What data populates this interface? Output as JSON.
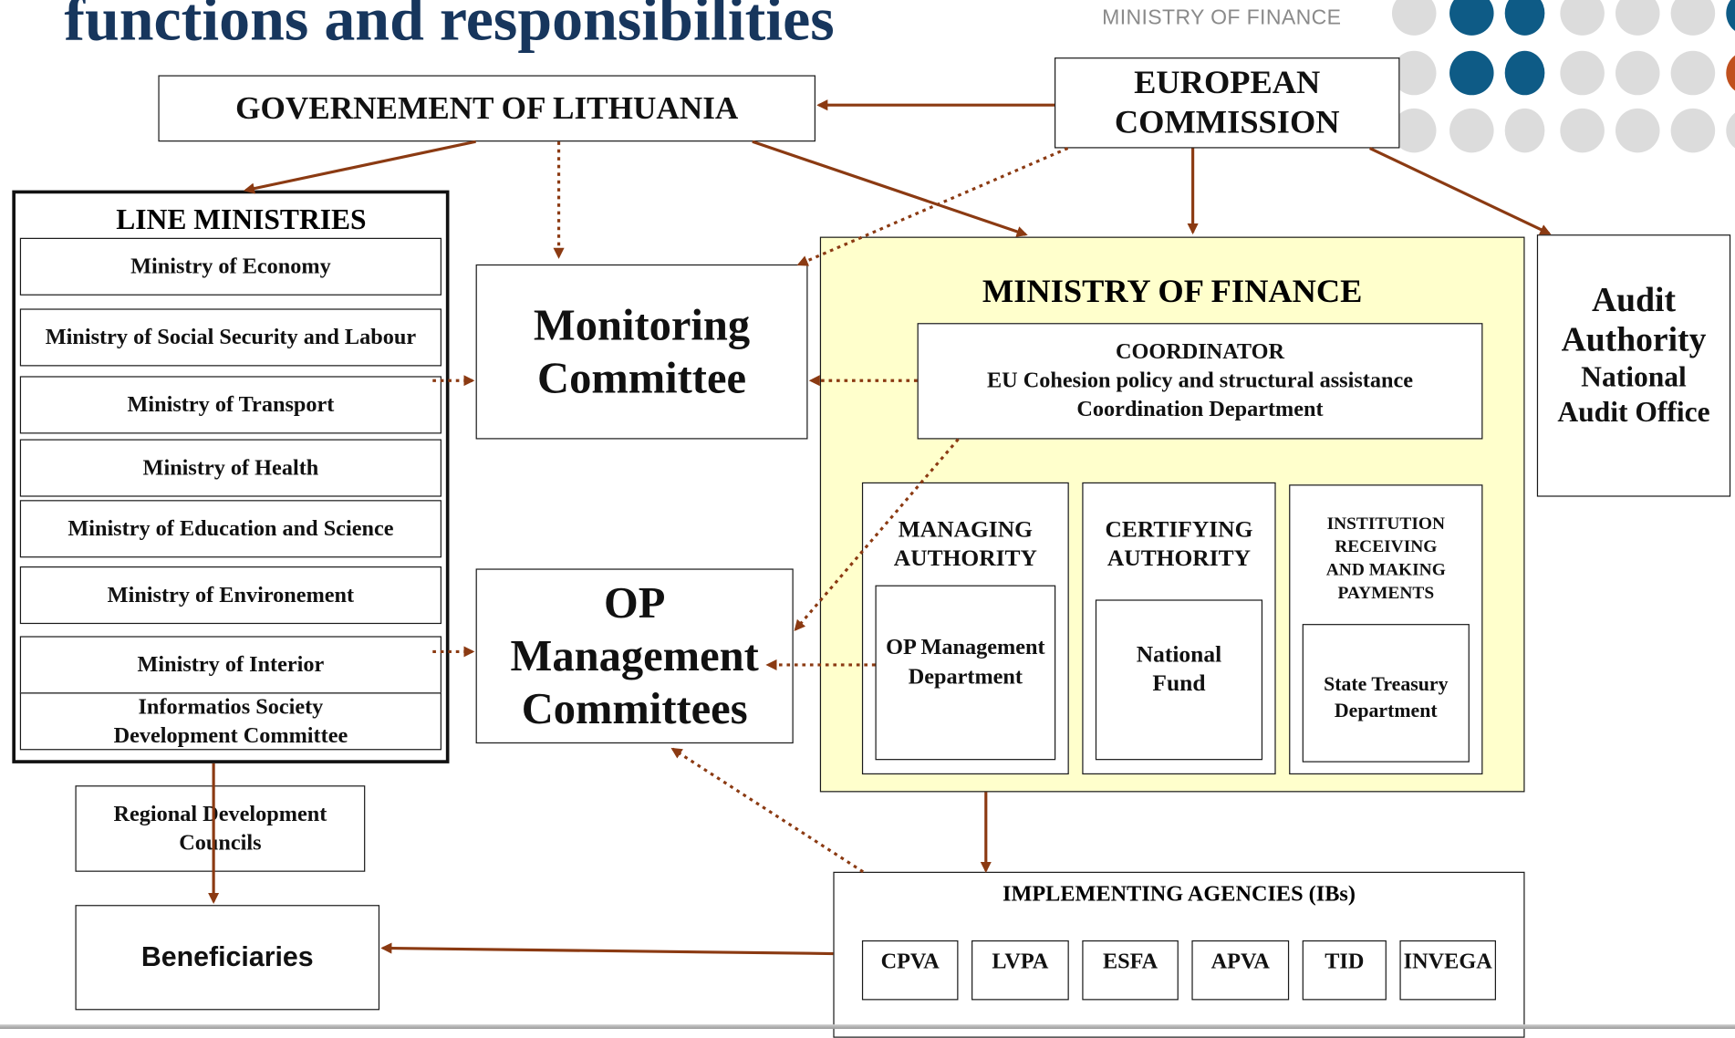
{
  "header": {
    "title": "functions and responsibilities",
    "logo_text": "MINISTRY OF FINANCE",
    "colors": {
      "title": "#17365d",
      "dot_blue": "#0e5b86",
      "dot_grey": "#d9d9d9",
      "dot_orange": "#c0501e",
      "arrow": "#8b3a12",
      "mof_fill": "#ffffcc"
    }
  },
  "diagram": {
    "government": "GOVERNEMENT OF LITHUANIA",
    "european_commission": [
      "EUROPEAN",
      "COMMISSION"
    ],
    "line_ministries": {
      "title": "LINE MINISTRIES",
      "items": [
        "Ministry of Economy",
        "Ministry of Social Security and Labour",
        "Ministry of Transport",
        "Ministry of Health",
        "Ministry of Education and Science",
        "Ministry of Environement",
        "Ministry of Interior",
        [
          "Informatios Society",
          "Development Committee"
        ]
      ]
    },
    "monitoring_committee": [
      "Monitoring",
      "Committee"
    ],
    "op_committees": [
      "OP",
      "Management",
      "Committees"
    ],
    "ministry_of_finance": {
      "title": "MINISTRY OF FINANCE",
      "coordinator": [
        "COORDINATOR",
        "EU Cohesion policy and structural assistance",
        "Coordination Department"
      ],
      "managing_authority": [
        "MANAGING",
        "AUTHORITY"
      ],
      "op_department": [
        "OP Management",
        "Department"
      ],
      "certifying_authority": [
        "CERTIFYING",
        "AUTHORITY"
      ],
      "national_fund": [
        "National",
        "Fund"
      ],
      "payments": [
        "INSTITUTION",
        "RECEIVING",
        "AND MAKING",
        "PAYMENTS"
      ],
      "state_treasury": [
        "State Treasury",
        "Department"
      ]
    },
    "audit": [
      "Audit",
      "Authority",
      "National",
      "Audit Office"
    ],
    "regional_councils": [
      "Regional Development",
      "Councils"
    ],
    "beneficiaries": "Beneficiaries",
    "implementing_agencies": {
      "title": "IMPLEMENTING AGENCIES (IBs)",
      "agencies": [
        "CPVA",
        "LVPA",
        "ESFA",
        "APVA",
        "TID",
        "INVEGA"
      ]
    }
  }
}
